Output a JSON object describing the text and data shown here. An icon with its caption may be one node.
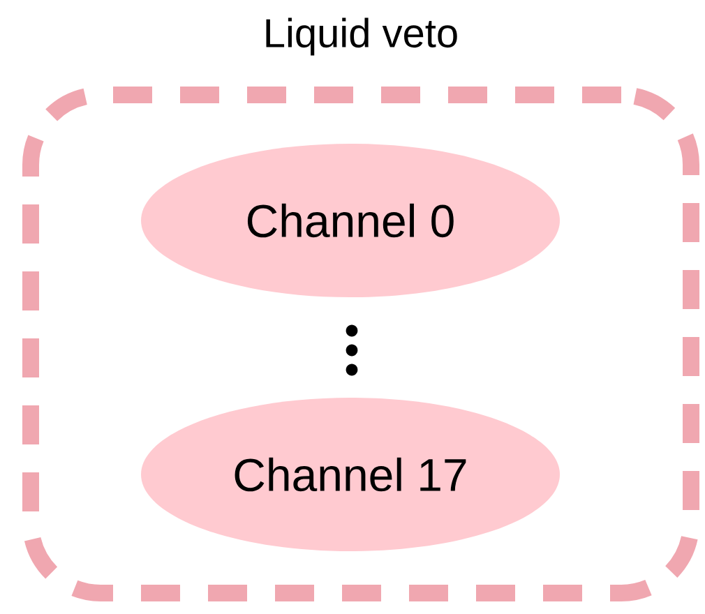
{
  "diagram": {
    "nodes": [
      {
        "text": [
          "Liquid veto"
        ]
      },
      {
        "text": [
          "Channel 0"
        ],
        "in": 0
      },
      {
        "text": [
          "Channel 17"
        ],
        "in": 0
      }
    ]
  }
}
